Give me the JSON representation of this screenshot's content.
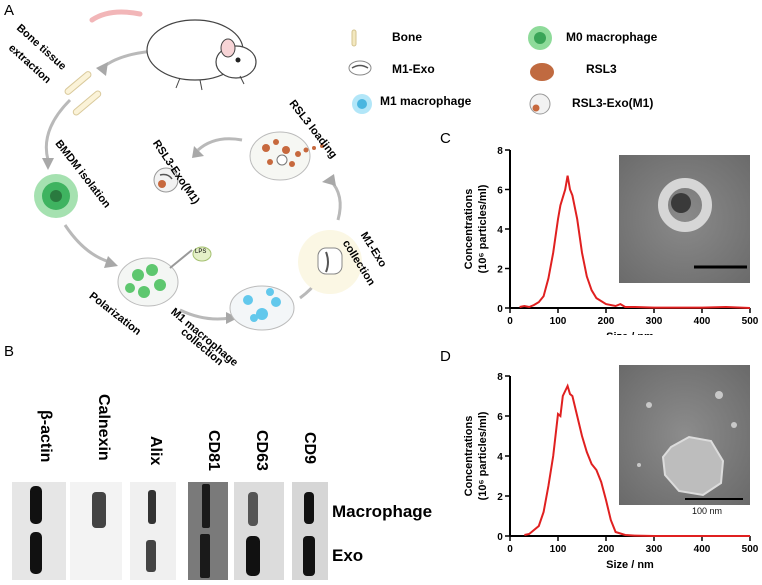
{
  "panels": {
    "a": "A",
    "b": "B",
    "c": "C",
    "d": "D"
  },
  "legend": [
    {
      "label": "Bone",
      "icon": "bone-icon"
    },
    {
      "label": "M0 macrophage",
      "icon": "m0-macrophage-icon"
    },
    {
      "label": "M1-Exo",
      "icon": "m1-exo-icon"
    },
    {
      "label": "RSL3",
      "icon": "rsl3-icon"
    },
    {
      "label": "M1 macrophage",
      "icon": "m1-macrophage-icon"
    },
    {
      "label": "RSL3-Exo(M1)",
      "icon": "rsl3-exo-icon"
    }
  ],
  "steps": {
    "bone_extraction_1": "Bone tissue",
    "bone_extraction_2": "extraction",
    "bmdm_isolation": "BMDM isolation",
    "polarization": "Polarization",
    "lps": "LPS",
    "m1_collection_1": "M1 macrophage",
    "m1_collection_2": "collection",
    "m1exo_collection_1": "M1-Exo",
    "m1exo_collection_2": "collection",
    "rsl3_loading": "RSL3 loading",
    "rsl3_exo": "RSL3-Exo(M1)"
  },
  "western_blot": {
    "columns": [
      "β-actin",
      "Calnexin",
      "Alix",
      "CD81",
      "CD63",
      "CD9"
    ],
    "rows": [
      "Macrophage",
      "Exo"
    ]
  },
  "tem_scale_label_d": "100 nm",
  "chart_data": [
    {
      "panel": "C",
      "type": "line",
      "xlabel": "Size / nm",
      "ylabel_1": "Concentrations",
      "ylabel_2": "(10⁶ particles/ml)",
      "xlim": [
        0,
        500
      ],
      "ylim": [
        0,
        8
      ],
      "xticks": [
        0,
        100,
        200,
        300,
        400,
        500
      ],
      "yticks": [
        0,
        2,
        4,
        6,
        8
      ],
      "line_color": "#e02020",
      "x": [
        20,
        30,
        40,
        50,
        60,
        70,
        80,
        90,
        100,
        105,
        110,
        115,
        120,
        125,
        130,
        140,
        150,
        160,
        170,
        180,
        200,
        220,
        230,
        240,
        260,
        300,
        400,
        450,
        500
      ],
      "y": [
        0.05,
        0.1,
        0.05,
        0.15,
        0.3,
        0.6,
        1.5,
        2.8,
        4.5,
        5.2,
        5.6,
        6.0,
        6.7,
        6.0,
        5.7,
        4.5,
        2.8,
        1.6,
        0.9,
        0.5,
        0.2,
        0.1,
        0.2,
        0.05,
        0.05,
        0.02,
        0.02,
        0.05,
        0.0
      ]
    },
    {
      "panel": "D",
      "type": "line",
      "xlabel": "Size / nm",
      "ylabel_1": "Concentrations",
      "ylabel_2": "(10⁶ particles/ml)",
      "xlim": [
        0,
        500
      ],
      "ylim": [
        0,
        8
      ],
      "xticks": [
        0,
        100,
        200,
        300,
        400,
        500
      ],
      "yticks": [
        0,
        2,
        4,
        6,
        8
      ],
      "line_color": "#e02020",
      "x": [
        30,
        40,
        50,
        60,
        70,
        80,
        90,
        100,
        105,
        110,
        120,
        125,
        130,
        140,
        150,
        160,
        170,
        180,
        190,
        200,
        210,
        220,
        240,
        260,
        300,
        400,
        500
      ],
      "y": [
        0.05,
        0.1,
        0.3,
        0.5,
        1.2,
        2.5,
        4.0,
        6.1,
        6.0,
        7.0,
        7.5,
        7.1,
        7.0,
        6.0,
        5.0,
        4.2,
        3.6,
        3.3,
        2.7,
        1.8,
        0.8,
        0.2,
        0.05,
        0.02,
        0.0,
        0.0,
        0.0
      ]
    }
  ]
}
